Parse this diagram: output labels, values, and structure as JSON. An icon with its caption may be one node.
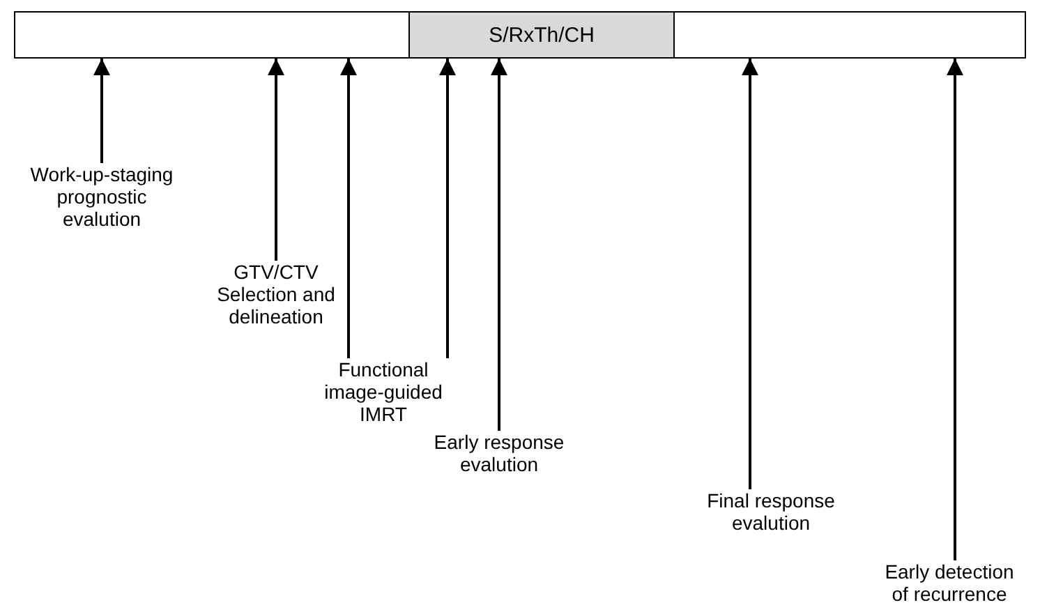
{
  "diagram": {
    "nodes": [
      {
        "text": [],
        "shape": "box"
      },
      {
        "text": [
          "S/RxTh/CH"
        ]
      },
      {
        "text": [],
        "shape": "box"
      },
      {
        "text": [
          "Work-up-staging prognostic evalution"
        ]
      },
      {
        "text": [
          "GTV/CTV Selection and delineation"
        ]
      },
      {
        "text": [
          "Functional image-guided IMRT"
        ]
      },
      {
        "text": [
          "Early response evalution"
        ]
      },
      {
        "text": [
          "Final response evalution"
        ]
      },
      {
        "text": [
          "Early detection of recurrence"
        ]
      }
    ],
    "edges": [
      {
        "from": 3,
        "to": 0,
        "arrow": "to"
      },
      {
        "from": 4,
        "to": 0,
        "arrow": "to"
      },
      {
        "from": 5,
        "to": 0,
        "arrow": "to"
      },
      {
        "from": 5,
        "to": 1,
        "arrow": "to"
      },
      {
        "from": 6,
        "to": 1,
        "arrow": "to"
      },
      {
        "from": 7,
        "to": 2,
        "arrow": "to"
      },
      {
        "from": 8,
        "to": 2,
        "arrow": "to"
      }
    ]
  }
}
